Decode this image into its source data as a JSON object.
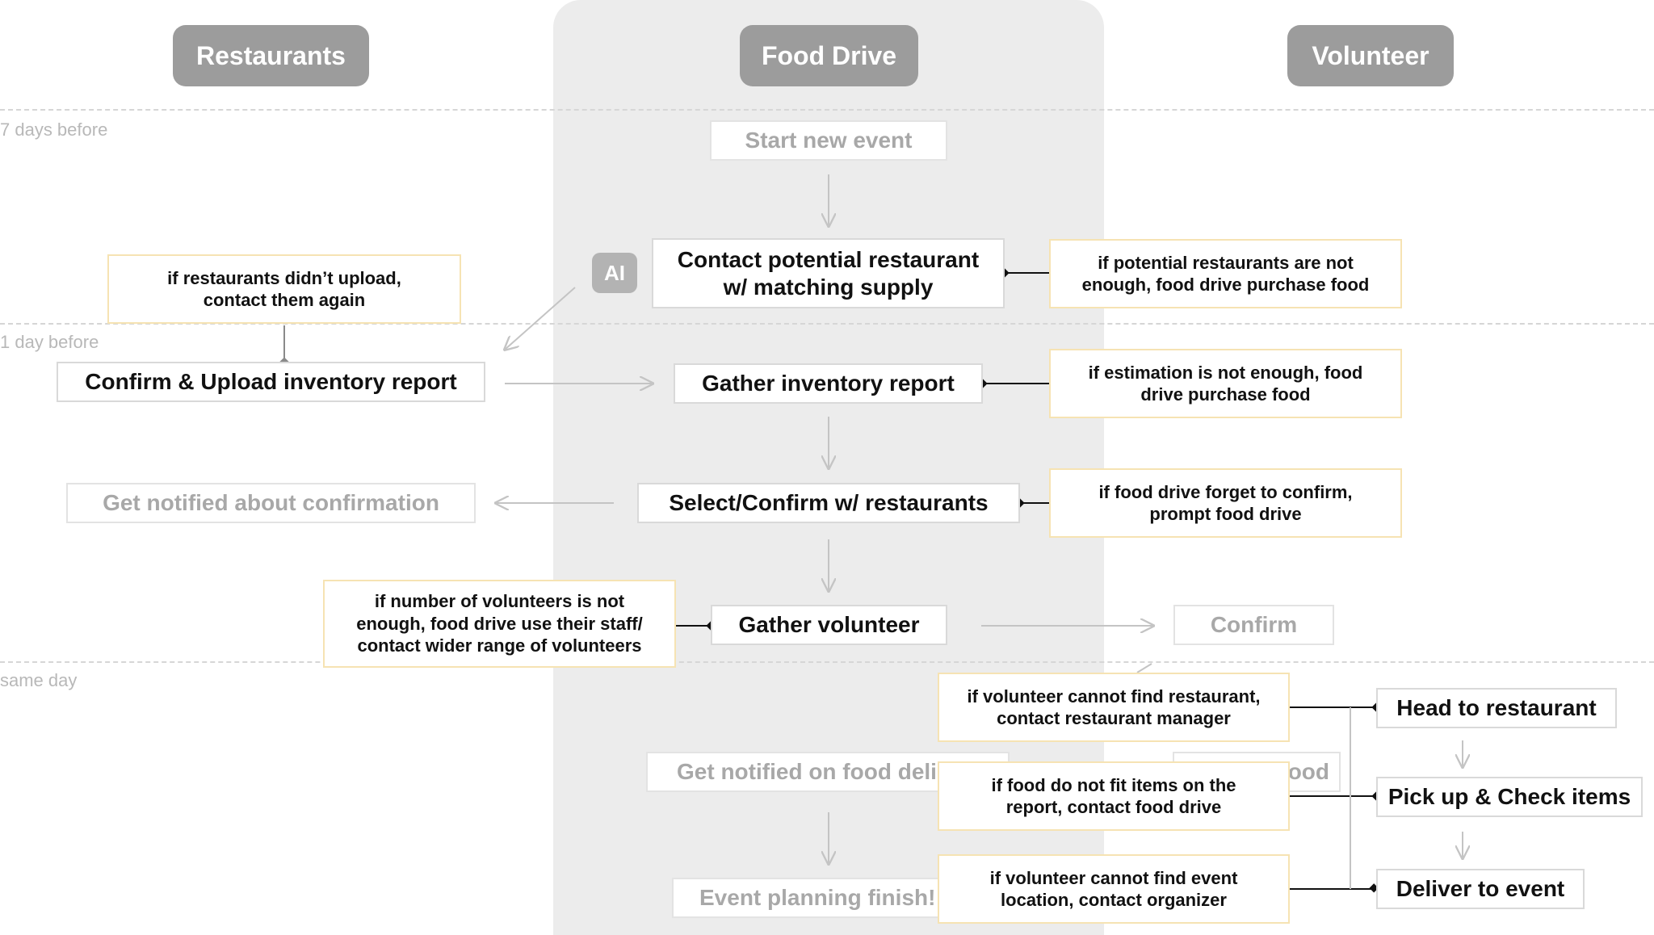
{
  "lanes": {
    "restaurants": "Restaurants",
    "food_drive": "Food Drive",
    "volunteer": "Volunteer"
  },
  "phases": {
    "seven_days": "7 days before",
    "one_day": "1 day before",
    "same_day": "same day"
  },
  "ai_badge": "AI",
  "steps": {
    "start_event": "Start new event",
    "contact_restaurant": "Contact potential restaurant\nw/ matching supply",
    "upload_inventory": "Confirm & Upload inventory report",
    "gather_inventory": "Gather inventory report",
    "notified_confirmation": "Get notified about confirmation",
    "select_confirm": "Select/Confirm w/ restaurants",
    "gather_volunteer": "Gather volunteer",
    "volunteer_confirm": "Confirm",
    "notified_food_delivery": "Get notified on food deli",
    "hidden_food": "ood",
    "event_finish": "Event planning finish!",
    "head_restaurant": "Head to restaurant",
    "pickup_check": "Pick up & Check items",
    "deliver_event": "Deliver to event"
  },
  "notes": {
    "restaurant_reupload": "if restaurants didn’t upload,\ncontact them again",
    "not_enough_restaurants": "if potential restaurants are not\nenough, food drive purchase food",
    "estimation_short": "if estimation is not enough, food\ndrive purchase food",
    "forget_confirm": "if food drive forget to confirm,\nprompt food drive",
    "volunteers_short": "if number of volunteers is not\nenough, food drive use their staff/\ncontact wider range of volunteers",
    "cannot_find_restaurant": "if volunteer cannot find restaurant,\ncontact restaurant manager",
    "items_mismatch": "if food do not fit items on the\nreport, contact food drive",
    "cannot_find_event": "if volunteer cannot find event\nlocation, contact organizer"
  },
  "colors": {
    "lane_background": "#ececec",
    "lane_header": "#9c9c9c",
    "note_border": "#f6e3b3",
    "box_border": "#d9d9d9",
    "faded_text": "#a8a8a8",
    "connector": "#111111",
    "faded_arrow": "#c4c4c4"
  }
}
